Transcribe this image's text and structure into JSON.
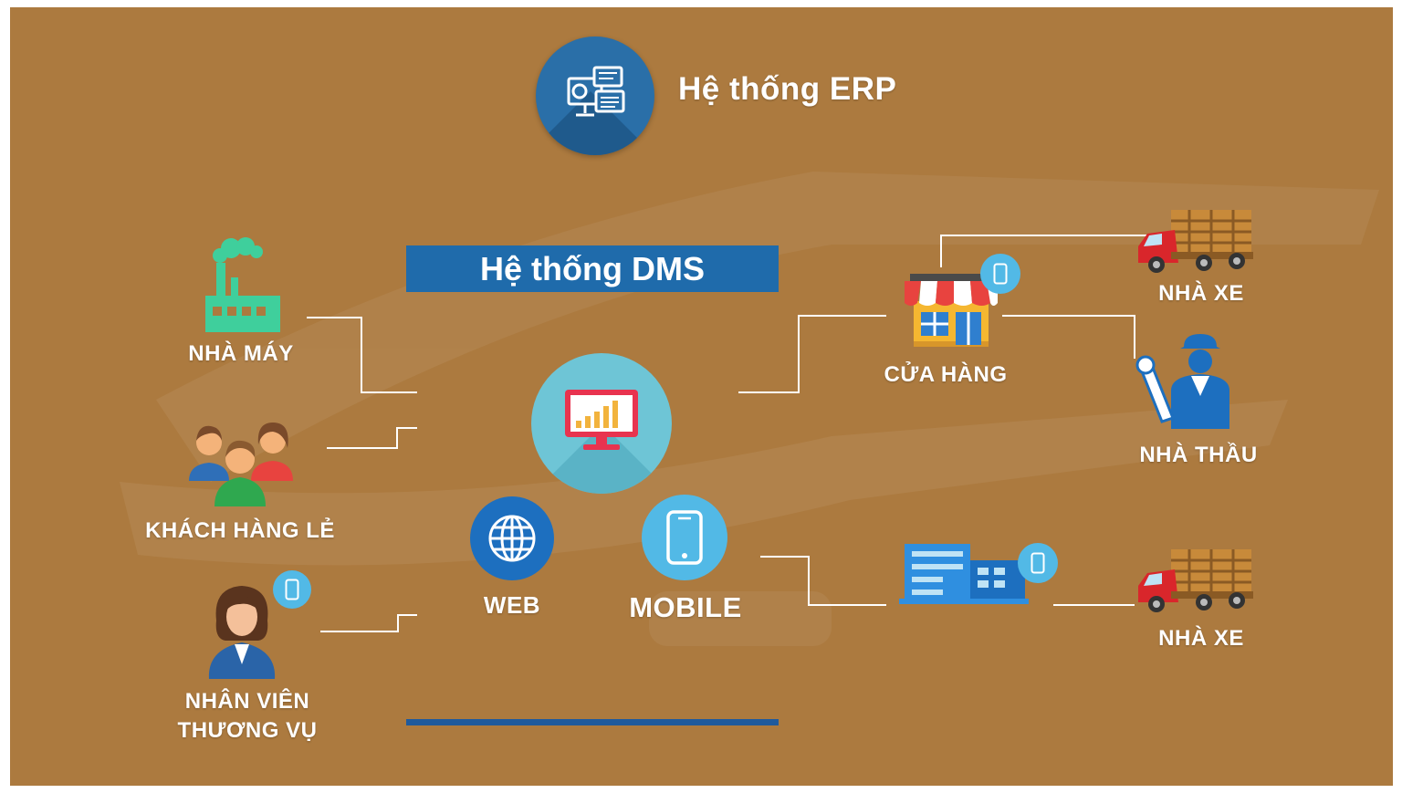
{
  "erp": {
    "title": "Hệ thống ERP",
    "icon": "erp-dashboard-icon"
  },
  "dms": {
    "title": "Hệ thống DMS",
    "icon": "monitor-chart-icon"
  },
  "left_nodes": [
    {
      "label": "NHÀ MÁY",
      "icon": "factory-icon"
    },
    {
      "label": "KHÁCH HÀNG LẺ",
      "icon": "customers-group-icon"
    },
    {
      "label_line1": "NHÂN VIÊN",
      "label_line2": "THƯƠNG VỤ",
      "icon": "sales-staff-icon"
    }
  ],
  "channels": [
    {
      "label": "WEB",
      "icon": "globe-icon"
    },
    {
      "label": "MOBILE",
      "icon": "smartphone-icon"
    }
  ],
  "right_nodes": [
    {
      "label": "CỬA HÀNG",
      "icon": "store-icon"
    },
    {
      "label": "NHÀ XE",
      "icon": "truck-icon"
    },
    {
      "label": "NHÀ THẦU",
      "icon": "contractor-icon"
    },
    {
      "label": "",
      "icon": "distributor-building-icon"
    },
    {
      "label": "NHÀ XE",
      "icon": "truck-icon"
    }
  ],
  "colors": {
    "background": "#ac7a3f",
    "dms_banner": "#1f6bab",
    "erp_circle": "#2a6fa8",
    "teal_circle": "#6ec5d6",
    "factory": "#3fcf9c",
    "connector": "#ffffff"
  }
}
